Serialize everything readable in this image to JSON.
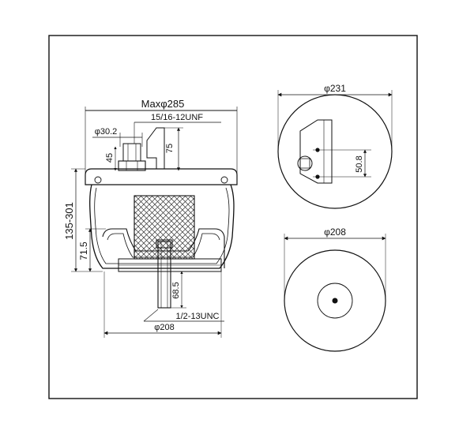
{
  "labels": {
    "max_diameter": "Maxφ285",
    "top_thread": "15/16-12UNF",
    "stud_diameter": "φ30.2",
    "stud_height": "75",
    "stud_length": "45",
    "height_range": "135-301",
    "piston_height": "71.5",
    "bolt_length": "68.5",
    "bottom_thread": "1/2-13UNC",
    "base_diameter": "φ208",
    "top_view_diameter": "φ231",
    "bolt_spacing": "50.8",
    "bottom_view_diameter": "φ208"
  },
  "colors": {
    "line": "#111111",
    "background": "#ffffff"
  }
}
